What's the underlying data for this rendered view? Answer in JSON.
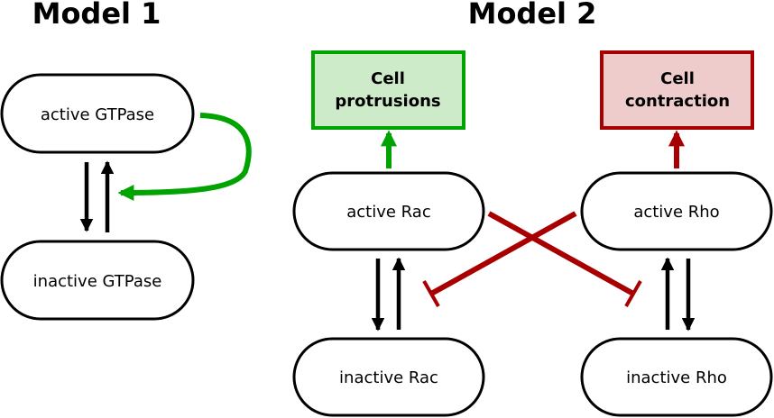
{
  "titles": {
    "model1": "Model 1",
    "model2": "Model 2"
  },
  "model1": {
    "active": "active GTPase",
    "inactive": "inactive GTPase"
  },
  "model2": {
    "protrusions": {
      "line1": "Cell",
      "line2": "protrusions"
    },
    "contraction": {
      "line1": "Cell",
      "line2": "contraction"
    },
    "active_rac": "active Rac",
    "active_rho": "active Rho",
    "inactive_rac": "inactive Rac",
    "inactive_rho": "inactive Rho"
  },
  "colors": {
    "green": "#00a300",
    "green_fill": "#cdebc9",
    "red": "#a80000",
    "red_fill": "#eecccc",
    "black": "#000000"
  }
}
